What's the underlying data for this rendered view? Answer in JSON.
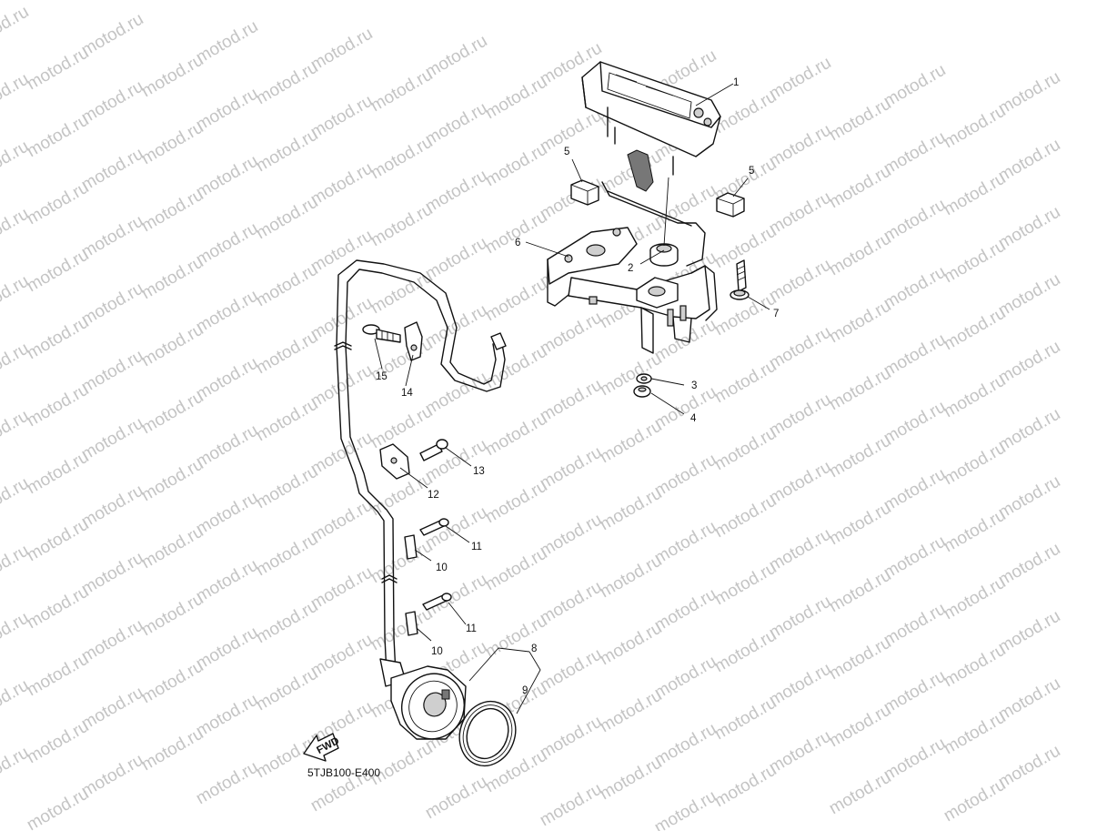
{
  "watermark": {
    "text": "motod.ru",
    "color": "#c4c4c4"
  },
  "diagram": {
    "code": "5TJB100-E400",
    "fwd_label": "FWD",
    "callouts": [
      "1",
      "2",
      "3",
      "4",
      "5",
      "5",
      "6",
      "7",
      "8",
      "9",
      "10",
      "10",
      "11",
      "11",
      "12",
      "13",
      "14",
      "15"
    ]
  }
}
